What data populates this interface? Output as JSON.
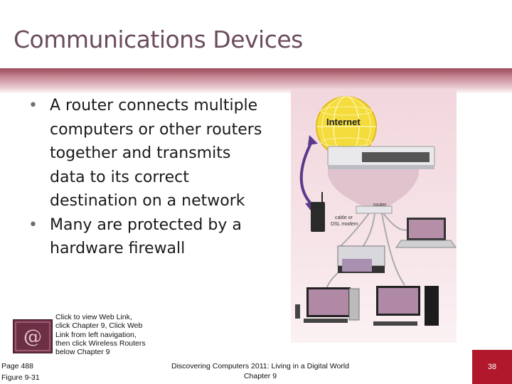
{
  "slide": {
    "title": "Communications Devices",
    "bullets": [
      "A router connects multiple computers or other routers together and transmits data to its correct destination on a network",
      "Many are protected by a hardware firewall"
    ],
    "bullet_glyph": "•",
    "figure": {
      "internet_label": "Internet",
      "router_label": "router",
      "modem_label_line1": "cable or",
      "modem_label_line2": "DSL modem"
    },
    "web_link_note": "Click to view Web Link, click Chapter 9, Click Web Link from left navigation, then click Wireless Routers below Chapter 9",
    "web_icon_glyph": "@",
    "page_ref_line1": "Page 488",
    "page_ref_line2": "Figure 9-31",
    "footer_line1": "Discovering Computers 2011: Living in a Digital World",
    "footer_line2": "Chapter 9",
    "slide_number": "38"
  },
  "colors": {
    "title": "#6b4c5e",
    "band_dark": "#9c4a5c",
    "slide_number_bg": "#b2182b",
    "figure_bg": "#f2d7dd"
  }
}
